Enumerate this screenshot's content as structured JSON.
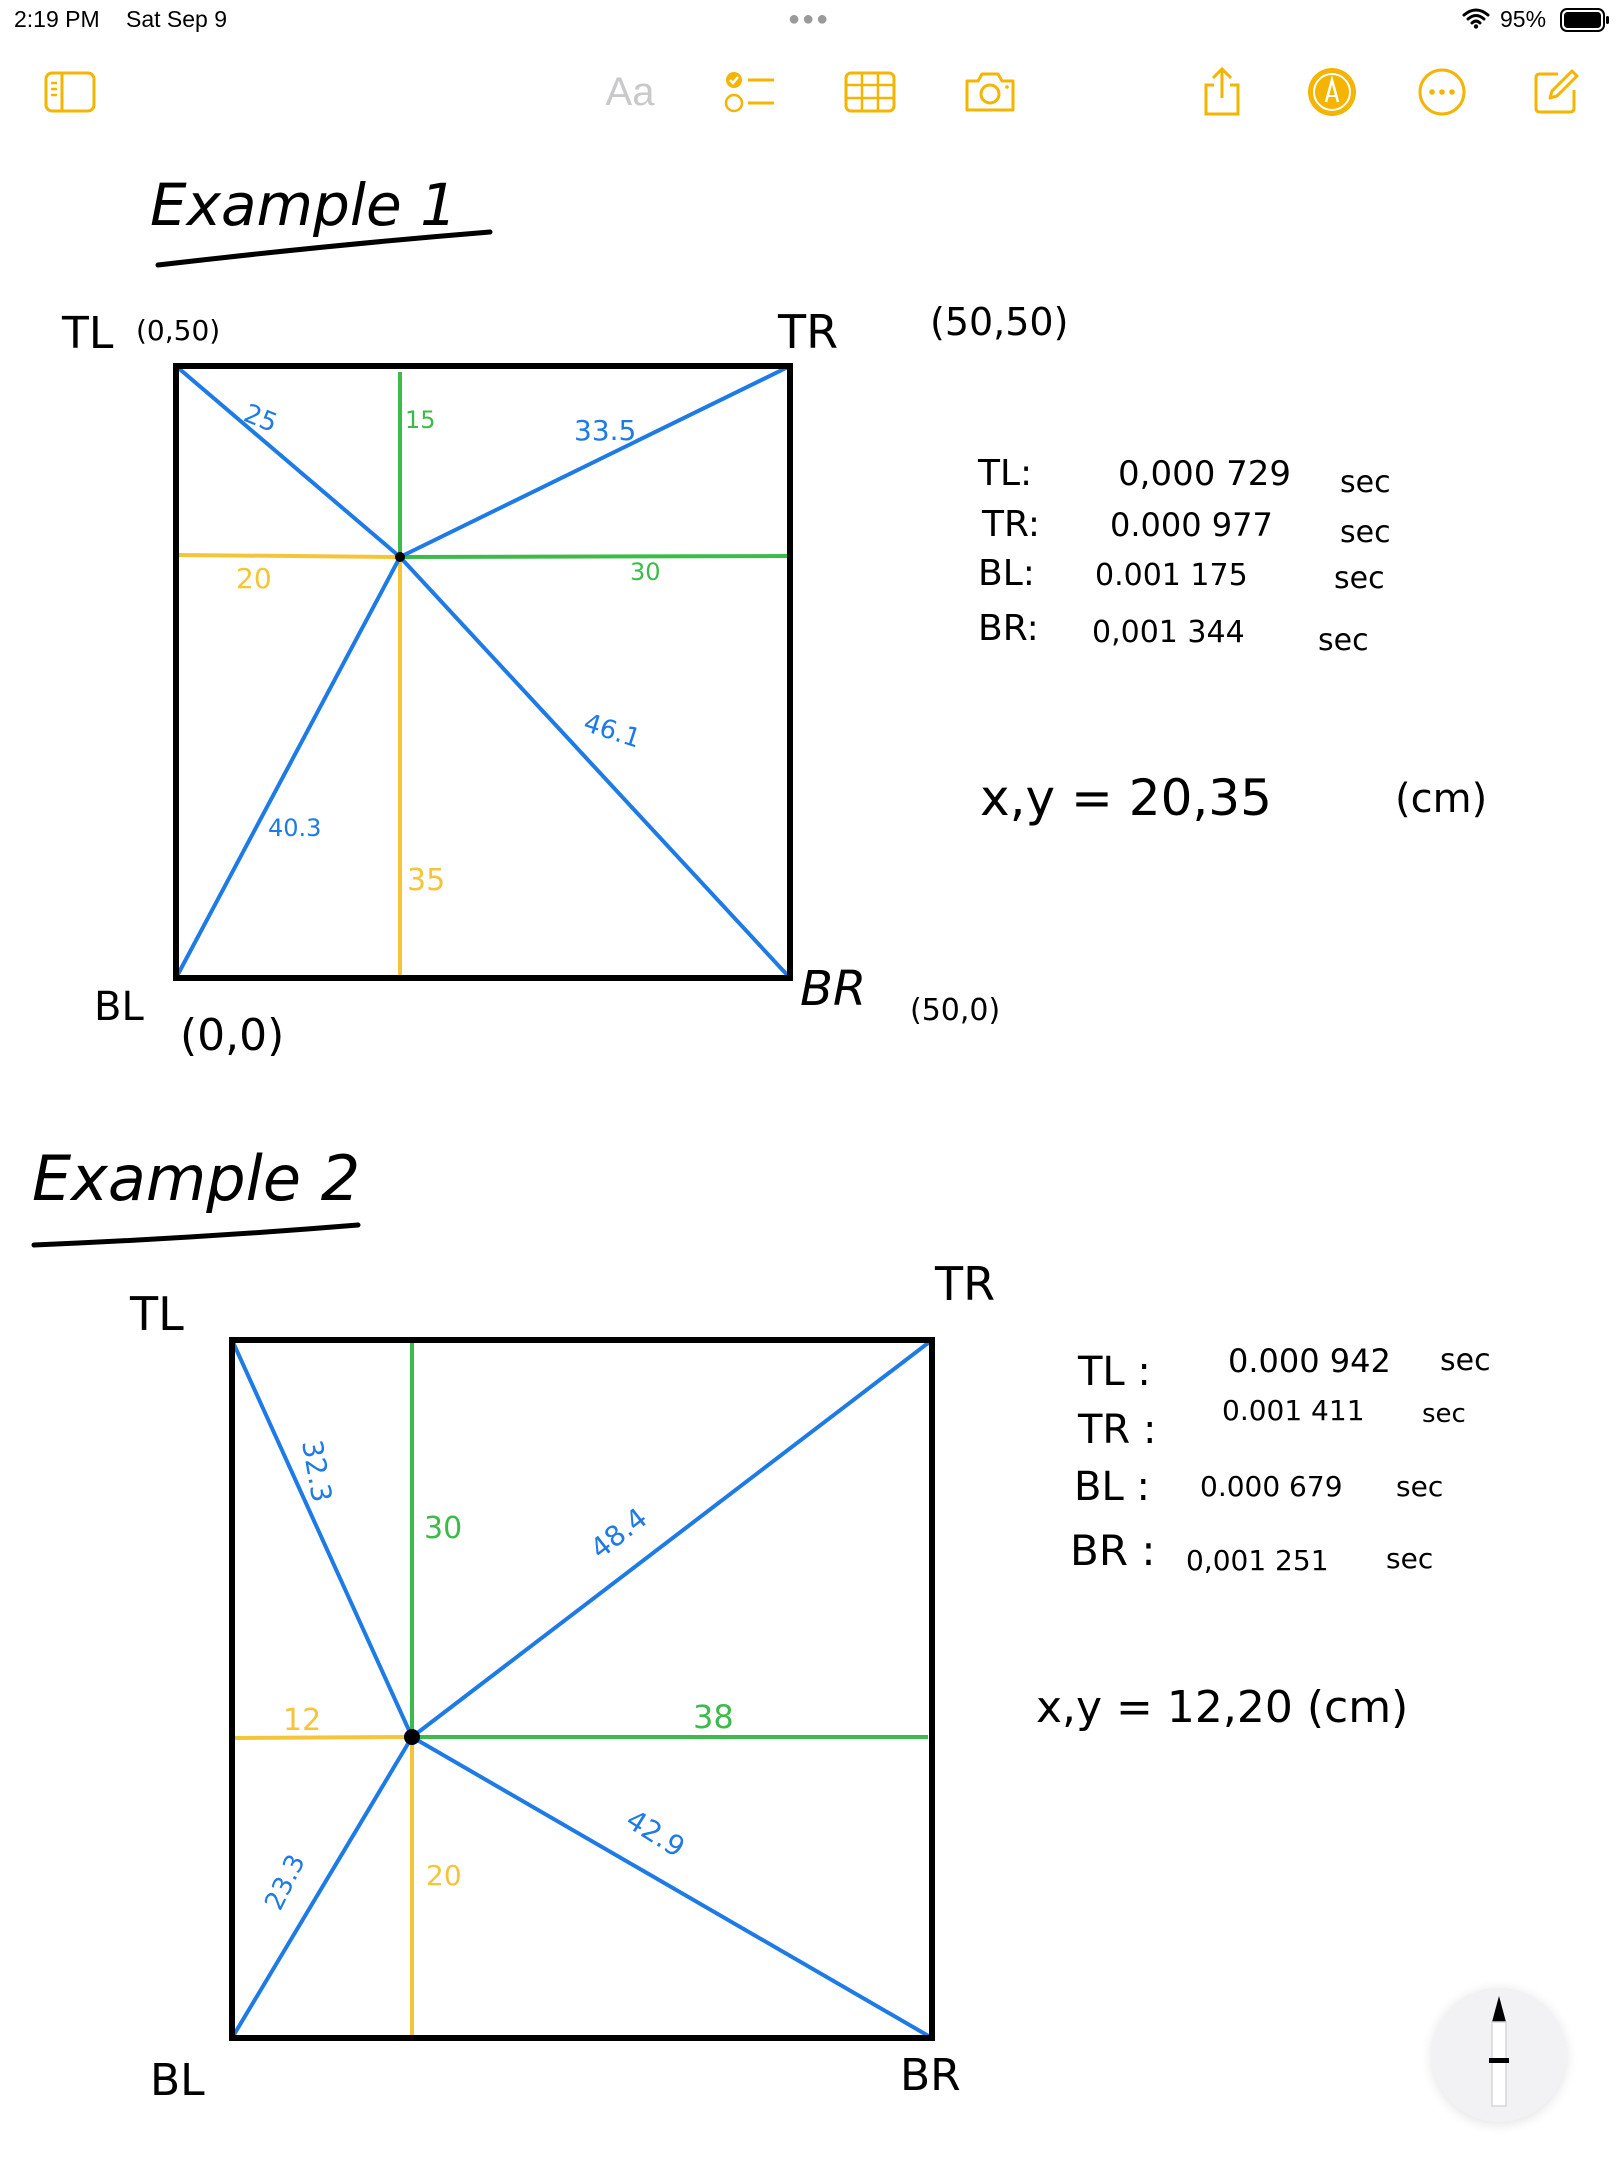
{
  "status_bar": {
    "time": "2:19 PM",
    "date": "Sat Sep 9",
    "battery": "95%"
  },
  "toolbar": {
    "format_label": "Aa"
  },
  "colors": {
    "accent": "#f4b400",
    "blue": "#1e7be6",
    "green": "#3dbb4a",
    "yellow": "#f5c437",
    "ink": "#000000"
  },
  "icons": [
    "sidebar-toggle-icon",
    "checklist-icon",
    "table-icon",
    "camera-icon",
    "share-icon",
    "markup-pen-icon",
    "more-icon",
    "compose-icon",
    "pencil-icon"
  ],
  "example1": {
    "title": "Example 1",
    "corner_labels": {
      "tl": "TL",
      "tl_coord": "(0,50)",
      "tr": "TR",
      "tr_coord": "(50,50)",
      "bl": "BL",
      "bl_coord": "(0,0)",
      "br": "BR",
      "br_coord": "(50,0)"
    },
    "measurements": {
      "d_tl": "25",
      "up": "15",
      "d_tr": "33.5",
      "left": "20",
      "right": "30",
      "d_br": "46.1",
      "d_bl": "40.3",
      "down": "35"
    },
    "times": [
      {
        "corner": "TL:",
        "value": "0,000 729",
        "unit": "sec"
      },
      {
        "corner": "TR:",
        "value": "0.000 977",
        "unit": "sec"
      },
      {
        "corner": "BL:",
        "value": "0.001 175",
        "unit": "sec"
      },
      {
        "corner": "BR:",
        "value": "0,001 344",
        "unit": "sec"
      }
    ],
    "result": "x,y = 20,35",
    "result_unit": "(cm)"
  },
  "example2": {
    "title": "Example 2",
    "corner_labels": {
      "tl": "TL",
      "tr": "TR",
      "bl": "BL",
      "br": "BR"
    },
    "measurements": {
      "d_tl": "32.3",
      "up": "30",
      "d_tr": "48.4",
      "left": "12",
      "right": "38",
      "d_br": "42.9",
      "d_bl": "23.3",
      "down": "20"
    },
    "times": [
      {
        "corner": "TL :",
        "value": "0.000 942",
        "unit": "sec"
      },
      {
        "corner": "TR :",
        "value": "0.001 411",
        "unit": "sec"
      },
      {
        "corner": "BL :",
        "value": "0.000 679",
        "unit": "sec"
      },
      {
        "corner": "BR :",
        "value": "0,001 251",
        "unit": "sec"
      }
    ],
    "result": "x,y = 12,20 (cm)"
  }
}
